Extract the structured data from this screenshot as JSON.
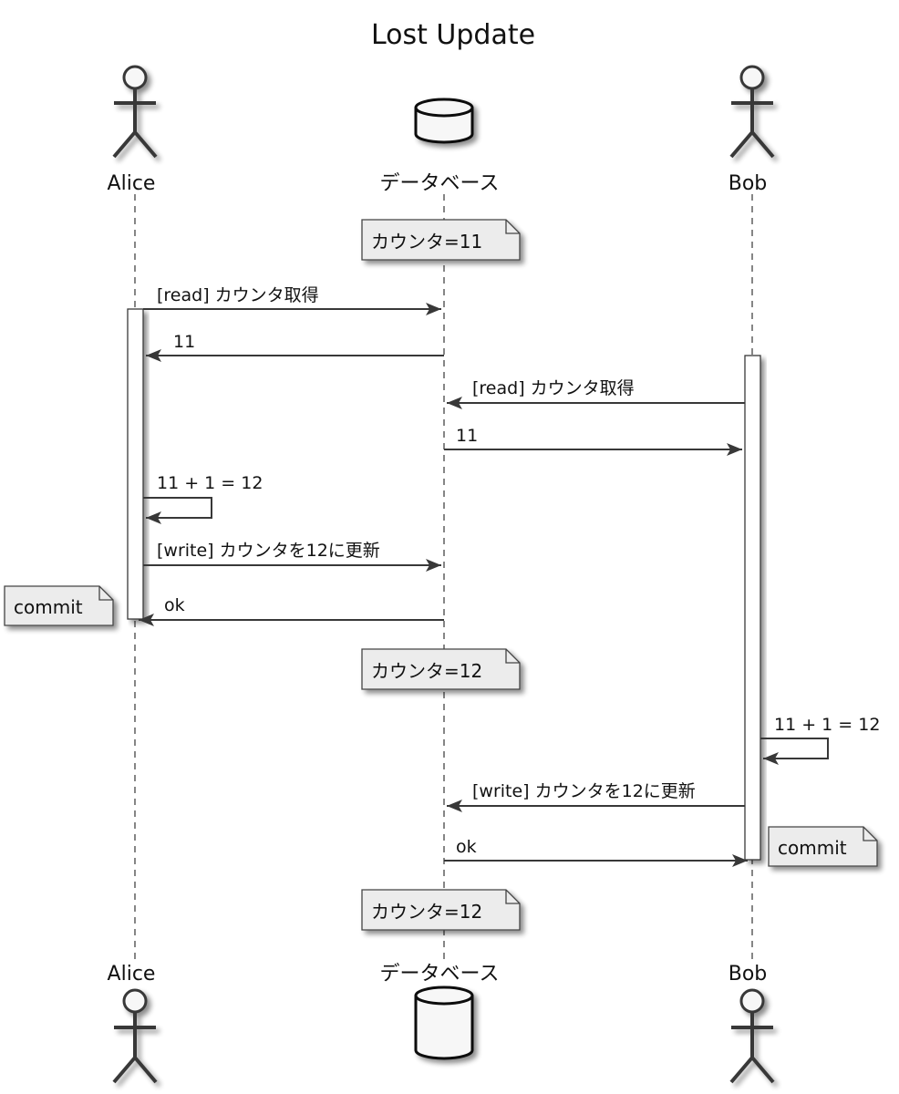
{
  "diagram": {
    "title": "Lost Update",
    "participants": [
      {
        "id": "alice",
        "label": "Alice",
        "kind": "actor"
      },
      {
        "id": "db",
        "label": "データベース",
        "kind": "database"
      },
      {
        "id": "bob",
        "label": "Bob",
        "kind": "actor"
      }
    ],
    "notes": [
      {
        "id": "note-db-initial",
        "over": "db",
        "text": "カウンタ=11"
      },
      {
        "id": "note-alice-commit",
        "left_of": "alice",
        "text": "commit"
      },
      {
        "id": "note-db-after-alice",
        "over": "db",
        "text": "カウンタ=12"
      },
      {
        "id": "note-bob-commit",
        "right_of": "bob",
        "text": "commit"
      },
      {
        "id": "note-db-final",
        "over": "db",
        "text": "カウンタ=12"
      }
    ],
    "messages": [
      {
        "from": "alice",
        "to": "db",
        "text": "[read] カウンタ取得"
      },
      {
        "from": "db",
        "to": "alice",
        "text": "11"
      },
      {
        "from": "bob",
        "to": "db",
        "text": "[read] カウンタ取得"
      },
      {
        "from": "db",
        "to": "bob",
        "text": "11"
      },
      {
        "from": "alice",
        "to": "alice",
        "text": "11 + 1 = 12"
      },
      {
        "from": "alice",
        "to": "db",
        "text": "[write] カウンタを12に更新"
      },
      {
        "from": "db",
        "to": "alice",
        "text": "ok"
      },
      {
        "from": "bob",
        "to": "bob",
        "text": "11 + 1 = 12"
      },
      {
        "from": "bob",
        "to": "db",
        "text": "[write] カウンタを12に更新"
      },
      {
        "from": "db",
        "to": "bob",
        "text": "ok"
      }
    ]
  }
}
